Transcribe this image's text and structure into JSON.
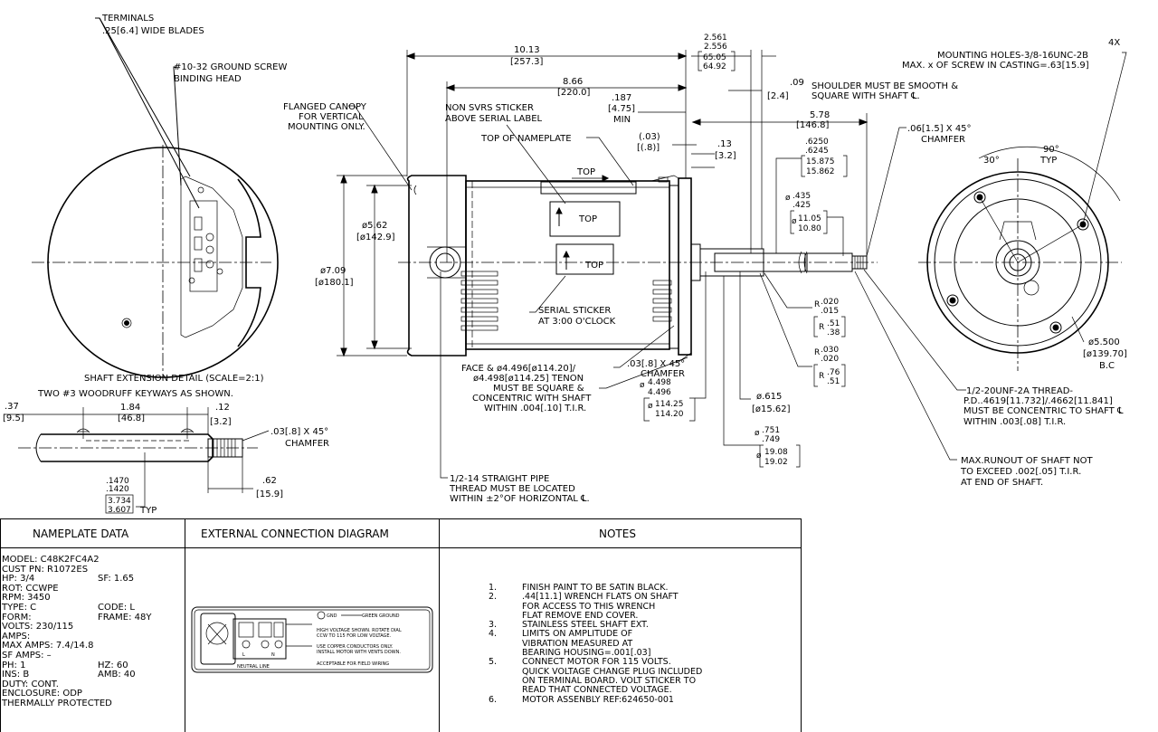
{
  "end_view_left": {
    "terminals_label": "TERMINALS",
    "terminals_spec": ".25[6.4] WIDE BLADES",
    "ground_screw": "#10-32 GROUND SCREW",
    "binding_head": "BINDING HEAD"
  },
  "side_view": {
    "canopy_line1": "FLANGED CANOPY",
    "canopy_line2": "FOR VERTICAL",
    "canopy_line3": "MOUNTING ONLY.",
    "overall_len": "10.13",
    "overall_len_mm": "[257.3]",
    "body_len": "8.66",
    "body_len_mm": "[220.0]",
    "svrs_line1": "NON SVRS STICKER",
    "svrs_line2": "ABOVE SERIAL LABEL",
    "min_187": ".187",
    "min_187_mm": "[4.75]",
    "min_label": "MIN",
    "top_nameplate": "TOP OF NAMEPLATE",
    "paren_03": "(.03)",
    "paren_08": "[(.8)]",
    "dim_13": ".13",
    "dim_13_mm": "[3.2]",
    "top_label": "TOP",
    "dia_562": "ø5.62",
    "dia_562_mm": "[ø142.9]",
    "dia_709": "ø7.09",
    "dia_709_mm": "[ø180.1]",
    "serial_line1": "SERIAL STICKER",
    "serial_line2": "AT 3:00 O'CLOCK",
    "face_line1": "FACE & ø4.496[ø114.20]/",
    "face_line2": "ø4.498[ø114.25] TENON",
    "face_line3": "MUST BE SQUARE &",
    "face_line4": "CONCENTRIC WITH SHAFT",
    "face_line5": "WITHIN .004[.10] T.I.R.",
    "chamfer_03_line1": ".03[.8] X 45°",
    "chamfer_03_line2": "CHAMFER",
    "tenon_dia_top": "4.498",
    "tenon_dia_bot": "4.496",
    "tenon_mm_top": "114.25",
    "tenon_mm_bot": "114.20",
    "pipe_line1": "1/2-14 STRAIGHT PIPE",
    "pipe_line2": "THREAD MUST BE LOCATED",
    "pipe_line3": "WITHIN ±2°OF HORIZONTAL ℄."
  },
  "shaft_dims": {
    "d2561": "2.561",
    "d2556": "2.556",
    "mm6505": "65.05",
    "mm6492": "64.92",
    "d09": ".09",
    "shoulder_line1": "SHOULDER MUST BE SMOOTH &",
    "shoulder_mm": "[2.4]",
    "shoulder_line2": "SQUARE WITH SHAFT ℄.",
    "d578": "5.78",
    "d578_mm": "[146.8]",
    "d6250": ".6250",
    "d6245": ".6245",
    "mm15875": "15.875",
    "mm15862": "15.862",
    "d435": ".435",
    "d425": ".425",
    "mm1105": "11.05",
    "mm1080": "10.80",
    "r020": ".020",
    "r015": ".015",
    "r51": ".51",
    "r38": ".38",
    "r030": ".030",
    "r020b": ".020",
    "r76": ".76",
    "r51b": ".51",
    "d615": "ø.615",
    "d615_mm": "[ø15.62]",
    "d751": ".751",
    "d749": ".749",
    "mm1908": "19.08",
    "mm1902": "19.02",
    "chamfer06_line1": ".06[1.5] X 45°",
    "chamfer06_line2": "CHAMFER"
  },
  "end_view_right": {
    "holes_count": "4X",
    "holes_line1": "MOUNTING HOLES-3/8-16UNC-2B",
    "holes_line2": "MAX. x OF SCREW IN CASTING=.63[15.9]",
    "angle_90": "90°",
    "angle_typ": "TYP",
    "angle_30": "30°",
    "bc_dia": "ø5.500",
    "bc_mm": "[ø139.70]",
    "bc_label": "B.C",
    "thread_line1": "1/2-20UNF-2A THREAD-",
    "thread_line2": "P.D..4619[11.732]/.4662[11.841]",
    "thread_line3": "MUST BE CONCENTRIC TO SHAFT ℄",
    "thread_line4": "WITHIN .003[.08] T.I.R.",
    "runout_line1": "MAX.RUNOUT OF SHAFT NOT",
    "runout_line2": "TO EXCEED .002[.05] T.I.R.",
    "runout_line3": "AT END OF SHAFT."
  },
  "shaft_detail": {
    "title": "SHAFT EXTENSION DETAIL  (SCALE=2:1)",
    "subtitle": "TWO #3 WOODRUFF KEYWAYS AS SHOWN.",
    "d37": ".37",
    "d37_mm": "[9.5]",
    "d184": "1.84",
    "d184_mm": "[46.8]",
    "d12": ".12",
    "d12_mm": "[3.2]",
    "chamfer_line1": ".03[.8] X 45°",
    "chamfer_line2": "CHAMFER",
    "d62": ".62",
    "d62_mm": "[15.9]",
    "d1470": ".1470",
    "d1420": ".1420",
    "d3734": "3.734",
    "d3607": "3.607",
    "typ": "TYP"
  },
  "nameplate": {
    "header": "NAMEPLATE DATA",
    "rows": [
      {
        "a": "MODEL: C48K2FC4A2",
        "b": ""
      },
      {
        "a": "CUST  PN: R1072ES",
        "b": ""
      },
      {
        "a": "HP: 3/4",
        "b": "SF: 1.65"
      },
      {
        "a": "ROT: CCWPE",
        "b": ""
      },
      {
        "a": "RPM: 3450",
        "b": ""
      },
      {
        "a": "TYPE: C",
        "b": "CODE: L"
      },
      {
        "a": "FORM:",
        "b": "FRAME: 48Y"
      },
      {
        "a": "VOLTS: 230/115",
        "b": ""
      },
      {
        "a": "AMPS:",
        "b": ""
      },
      {
        "a": "MAX AMPS: 7.4/14.8",
        "b": ""
      },
      {
        "a": "SF AMPS: –",
        "b": ""
      },
      {
        "a": "PH: 1",
        "b": "HZ: 60"
      },
      {
        "a": "INS: B",
        "b": "AMB: 40"
      },
      {
        "a": "DUTY: CONT.",
        "b": ""
      },
      {
        "a": "ENCLOSURE: ODP",
        "b": ""
      },
      {
        "a": "THERMALLY PROTECTED",
        "b": ""
      }
    ]
  },
  "connection": {
    "header": "EXTERNAL CONNECTION DIAGRAM",
    "ground_mark": "GND",
    "ground_label": "GREEN GROUND",
    "high_line1": "HIGH VOLTAGE SHOWN. ROTATE DIAL",
    "high_line2": "CCW TO 115 FOR LOW VOLTAGE.",
    "copper_line1": "USE COPPER CONDUCTORS ONLY.",
    "copper_line2": "INSTALL MOTOR WITH VENTS DOWN.",
    "field_wiring": "ACCEPTABLE FOR FIELD WIRING",
    "neutral_line": "NEUTRAL LINE",
    "terminal_l": "L",
    "terminal_n": "N"
  },
  "notes": {
    "header": "NOTES",
    "items": [
      {
        "num": "1.",
        "lines": [
          "FINISH PAINT TO BE SATIN BLACK."
        ]
      },
      {
        "num": "2.",
        "lines": [
          ".44[11.1] WRENCH FLATS ON SHAFT",
          "FOR ACCESS TO THIS WRENCH",
          "FLAT REMOVE END COVER."
        ]
      },
      {
        "num": "3.",
        "lines": [
          "STAINLESS STEEL SHAFT EXT."
        ]
      },
      {
        "num": "4.",
        "lines": [
          "LIMITS ON AMPLITUDE OF",
          "VIBRATION MEASURED AT",
          "BEARING HOUSING=.001[.03]"
        ]
      },
      {
        "num": "5.",
        "lines": [
          "CONNECT MOTOR FOR 115 VOLTS.",
          "QUICK VOLTAGE CHANGE PLUG INCLUDED",
          "ON TERMINAL BOARD. VOLT STICKER TO",
          "READ THAT CONNECTED VOLTAGE."
        ]
      },
      {
        "num": "6.",
        "lines": [
          "MOTOR ASSENBLY REF:624650-001"
        ]
      }
    ]
  }
}
